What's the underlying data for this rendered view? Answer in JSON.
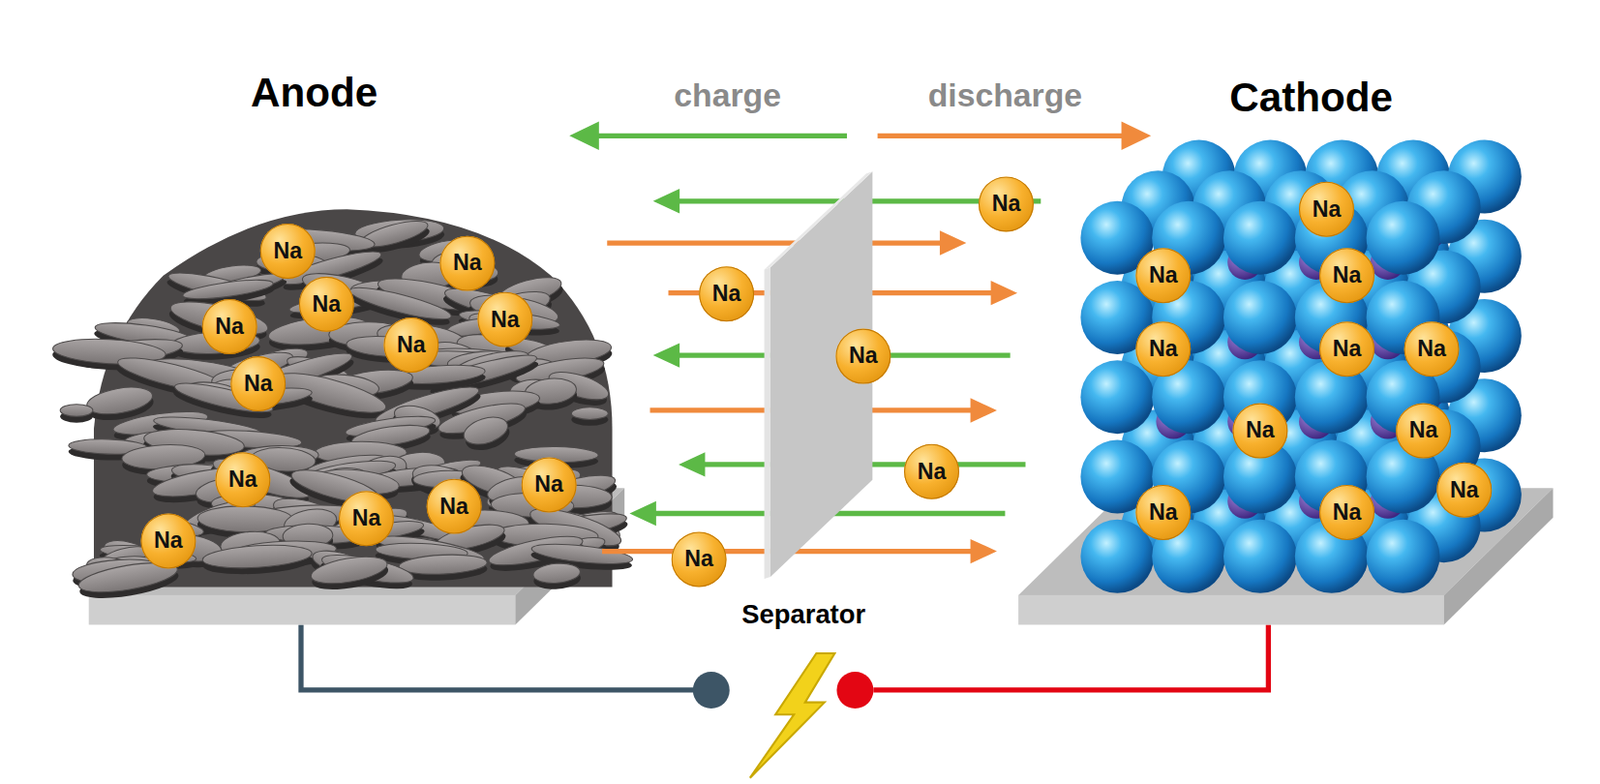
{
  "diagram": {
    "nodes": [
      {
        "text": [
          "Anode"
        ]
      },
      {
        "text": [
          "Na"
        ],
        "in": 0
      },
      {
        "text": [
          "Na"
        ],
        "in": 0
      },
      {
        "text": [
          "Na"
        ],
        "in": 0
      },
      {
        "text": [
          "Na"
        ],
        "in": 0
      },
      {
        "text": [
          "Na"
        ],
        "in": 0
      },
      {
        "text": [
          "Na"
        ],
        "in": 0
      },
      {
        "text": [
          "Na"
        ],
        "in": 0
      },
      {
        "text": [
          "Na"
        ],
        "in": 0
      },
      {
        "text": [
          "Na"
        ],
        "in": 0
      },
      {
        "text": [
          "Na"
        ],
        "in": 0
      },
      {
        "text": [
          "Na"
        ],
        "in": 0
      },
      {
        "text": [
          "Na"
        ],
        "in": 0
      },
      {
        "text": [
          "Separator"
        ]
      },
      {
        "text": [
          "Na"
        ]
      },
      {
        "text": [
          "Na"
        ]
      },
      {
        "text": [
          "Na"
        ]
      },
      {
        "text": [
          "Na"
        ]
      },
      {
        "text": [
          "Na"
        ]
      },
      {
        "text": [
          "Cathode"
        ]
      },
      {
        "text": [
          "Na"
        ],
        "in": 19
      },
      {
        "text": [
          "Na"
        ],
        "in": 19
      },
      {
        "text": [
          "Na"
        ],
        "in": 19
      },
      {
        "text": [
          "Na"
        ],
        "in": 19
      },
      {
        "text": [
          "Na"
        ],
        "in": 19
      },
      {
        "text": [
          "Na"
        ],
        "in": 19
      },
      {
        "text": [
          "Na"
        ],
        "in": 19
      },
      {
        "text": [
          "Na"
        ],
        "in": 19
      },
      {
        "text": [
          "Na"
        ],
        "in": 19
      },
      {
        "text": [
          "Na"
        ],
        "in": 19
      },
      {
        "text": [
          "Na"
        ],
        "in": 19
      }
    ],
    "labels": [
      "charge",
      "discharge"
    ]
  }
}
